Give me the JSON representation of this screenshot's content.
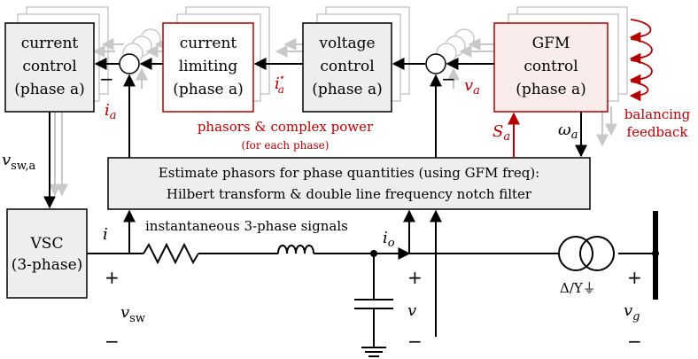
{
  "blocks": {
    "current_control": {
      "line1": "current",
      "line2": "control",
      "line3": "(phase a)"
    },
    "current_limiting": {
      "line1": "current",
      "line2": "limiting",
      "line3": "(phase a)"
    },
    "voltage_control": {
      "line1": "voltage",
      "line2": "control",
      "line3": "(phase a)"
    },
    "gfm_control": {
      "line1": "GFM",
      "line2": "control",
      "line3": "(phase a)"
    },
    "vsc": {
      "line1": "VSC",
      "line2": "(3-phase)"
    },
    "estimator": {
      "line1": "Estimate phasors for phase quantities (using GFM freq):",
      "line2": "Hilbert transform & double line frequency notch filter"
    }
  },
  "annotations": {
    "phasors_power": "phasors & complex power",
    "for_each_phase": "(for each phase)",
    "instantaneous": "instantaneous 3-phase signals",
    "balancing_1": "balancing",
    "balancing_2": "feedback"
  },
  "signals": {
    "i_a": "i",
    "i_a_sub": "a",
    "i_star": "i",
    "i_star_sub": "a",
    "i_star_sup": "⋆",
    "v_a": "v",
    "v_a_sub": "a",
    "S_a": "S",
    "S_a_sub": "a",
    "omega_a": "ω",
    "omega_a_sub": "a",
    "v_sw_a": "v",
    "v_sw_a_sub": "sw,a",
    "i": "i",
    "i_o": "i",
    "i_o_sub": "o",
    "v_sw": "v",
    "v_sw_sub": "sw",
    "v": "v",
    "v_g": "v",
    "v_g_sub": "g",
    "transformer": "Δ/Y⏚"
  },
  "signs": {
    "minus": "−",
    "plus": "+"
  },
  "colors": {
    "accent_red": "#b30000",
    "box_fill": "#eeeeee",
    "ghost": "#c8c8c8"
  }
}
